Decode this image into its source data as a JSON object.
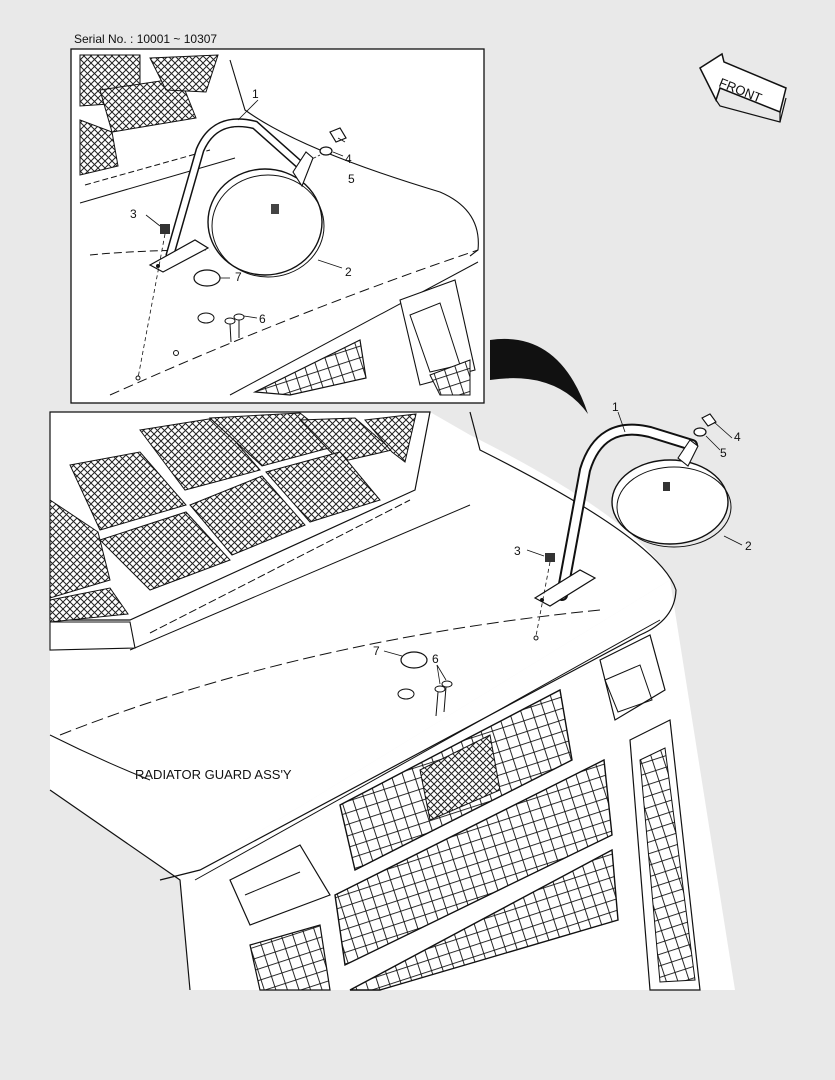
{
  "header": {
    "serial": "Serial No. : 10001 ~ 10307"
  },
  "front_label": "FRONT",
  "assembly_label": "RADIATOR GUARD ASS'Y",
  "inset_callouts": [
    "1",
    "2",
    "3",
    "4",
    "5",
    "6",
    "7"
  ],
  "main_callouts": [
    "1",
    "2",
    "3",
    "4",
    "5",
    "6",
    "7"
  ],
  "colors": {
    "background": "#e9e9e9",
    "line": "#111111",
    "fill": "#ffffff"
  }
}
